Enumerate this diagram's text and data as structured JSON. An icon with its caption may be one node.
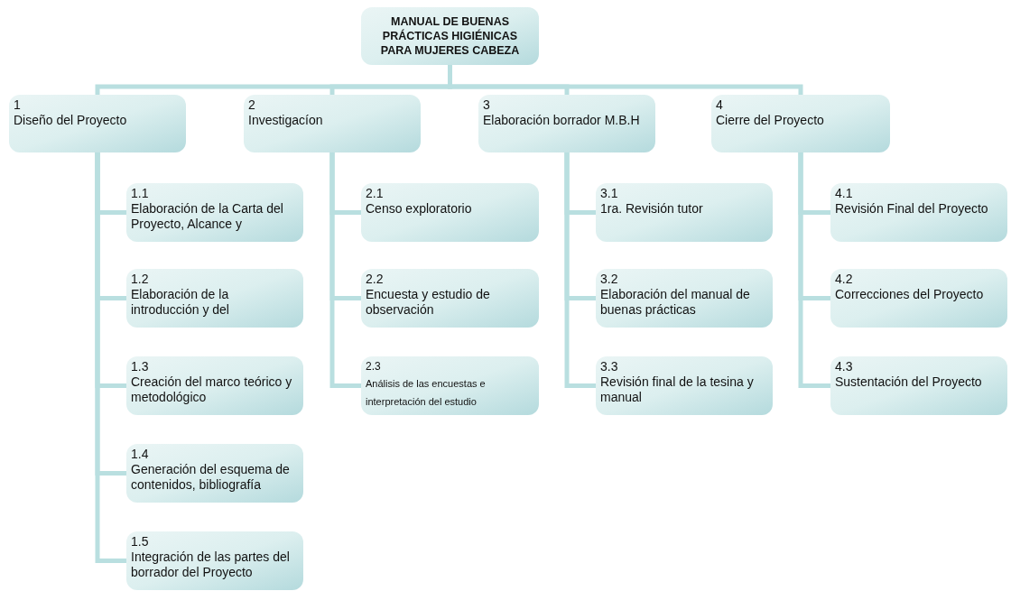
{
  "diagram": {
    "nodes": [
      {
        "text": [
          "MANUAL DE BUENAS PRÁCTICAS HIGIÉNICAS PARA MUJERES CABEZA"
        ]
      },
      {
        "text": [
          "1",
          "Diseño del Proyecto"
        ]
      },
      {
        "text": [
          "2",
          "Investigacíon"
        ]
      },
      {
        "text": [
          "3",
          "Elaboración borrador M.B.H"
        ]
      },
      {
        "text": [
          "4",
          "Cierre del Proyecto"
        ]
      },
      {
        "text": [
          "1.1",
          "Elaboración de la Carta del Proyecto, Alcance y"
        ]
      },
      {
        "text": [
          "1.2",
          "Elaboración de la introducción y del"
        ]
      },
      {
        "text": [
          "1.3",
          "Creación del marco teórico y metodológico"
        ]
      },
      {
        "text": [
          "1.4",
          "Generación del esquema de contenidos, bibliografía"
        ]
      },
      {
        "text": [
          "1.5",
          "Integración de las partes del borrador del Proyecto"
        ]
      },
      {
        "text": [
          "2.1",
          "Censo exploratorio"
        ]
      },
      {
        "text": [
          "2.2",
          "Encuesta y estudio de observación"
        ]
      },
      {
        "text": [
          "2.3",
          "Análisis de las encuestas e interpretación del estudio"
        ]
      },
      {
        "text": [
          "3.1",
          "1ra. Revisión tutor"
        ]
      },
      {
        "text": [
          "3.2",
          "Elaboración del manual de buenas prácticas"
        ]
      },
      {
        "text": [
          "3.3",
          "Revisión final de la tesina y manual"
        ]
      },
      {
        "text": [
          "4.1",
          "Revisión Final del Proyecto"
        ]
      },
      {
        "text": [
          "4.2",
          "Correcciones del Proyecto"
        ]
      },
      {
        "text": [
          "4.3",
          "Sustentación del Proyecto"
        ]
      }
    ],
    "edges": [
      {
        "from": 0,
        "to": 1,
        "arrow": "none"
      },
      {
        "from": 0,
        "to": 2,
        "arrow": "none"
      },
      {
        "from": 0,
        "to": 3,
        "arrow": "none"
      },
      {
        "from": 0,
        "to": 4,
        "arrow": "none"
      },
      {
        "from": 1,
        "to": 5,
        "arrow": "none"
      },
      {
        "from": 1,
        "to": 6,
        "arrow": "none"
      },
      {
        "from": 1,
        "to": 7,
        "arrow": "none"
      },
      {
        "from": 1,
        "to": 8,
        "arrow": "none"
      },
      {
        "from": 1,
        "to": 9,
        "arrow": "none"
      },
      {
        "from": 2,
        "to": 10,
        "arrow": "none"
      },
      {
        "from": 2,
        "to": 11,
        "arrow": "none"
      },
      {
        "from": 2,
        "to": 12,
        "arrow": "none"
      },
      {
        "from": 3,
        "to": 13,
        "arrow": "none"
      },
      {
        "from": 3,
        "to": 14,
        "arrow": "none"
      },
      {
        "from": 3,
        "to": 15,
        "arrow": "none"
      },
      {
        "from": 4,
        "to": 16,
        "arrow": "none"
      },
      {
        "from": 4,
        "to": 17,
        "arrow": "none"
      },
      {
        "from": 4,
        "to": 18,
        "arrow": "none"
      }
    ]
  }
}
